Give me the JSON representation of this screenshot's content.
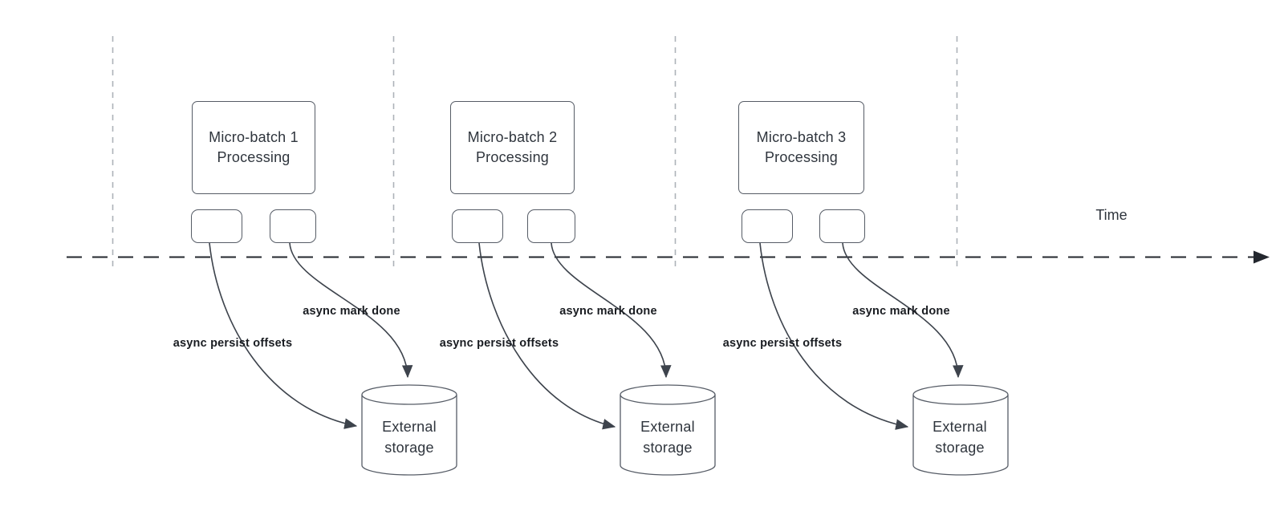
{
  "time_axis": {
    "label": "Time"
  },
  "groups": [
    {
      "box_lines": [
        "Micro-batch 1",
        "Processing"
      ],
      "persist_label": "async persist offsets",
      "mark_done_label": "async mark done",
      "storage_label": "External storage"
    },
    {
      "box_lines": [
        "Micro-batch 2",
        "Processing"
      ],
      "persist_label": "async persist offsets",
      "mark_done_label": "async mark done",
      "storage_label": "External storage"
    },
    {
      "box_lines": [
        "Micro-batch 3",
        "Processing"
      ],
      "persist_label": "async persist offsets",
      "mark_done_label": "async mark done",
      "storage_label": "External storage"
    }
  ],
  "colors": {
    "shape_stroke": "#565c66",
    "arrow_stroke": "#3d434c",
    "axis_stroke": "#23272e",
    "guide_stroke": "#adb2b8",
    "shape_text": "#2f353d",
    "annotation_text": "#191c21",
    "background": "#ffffff"
  }
}
